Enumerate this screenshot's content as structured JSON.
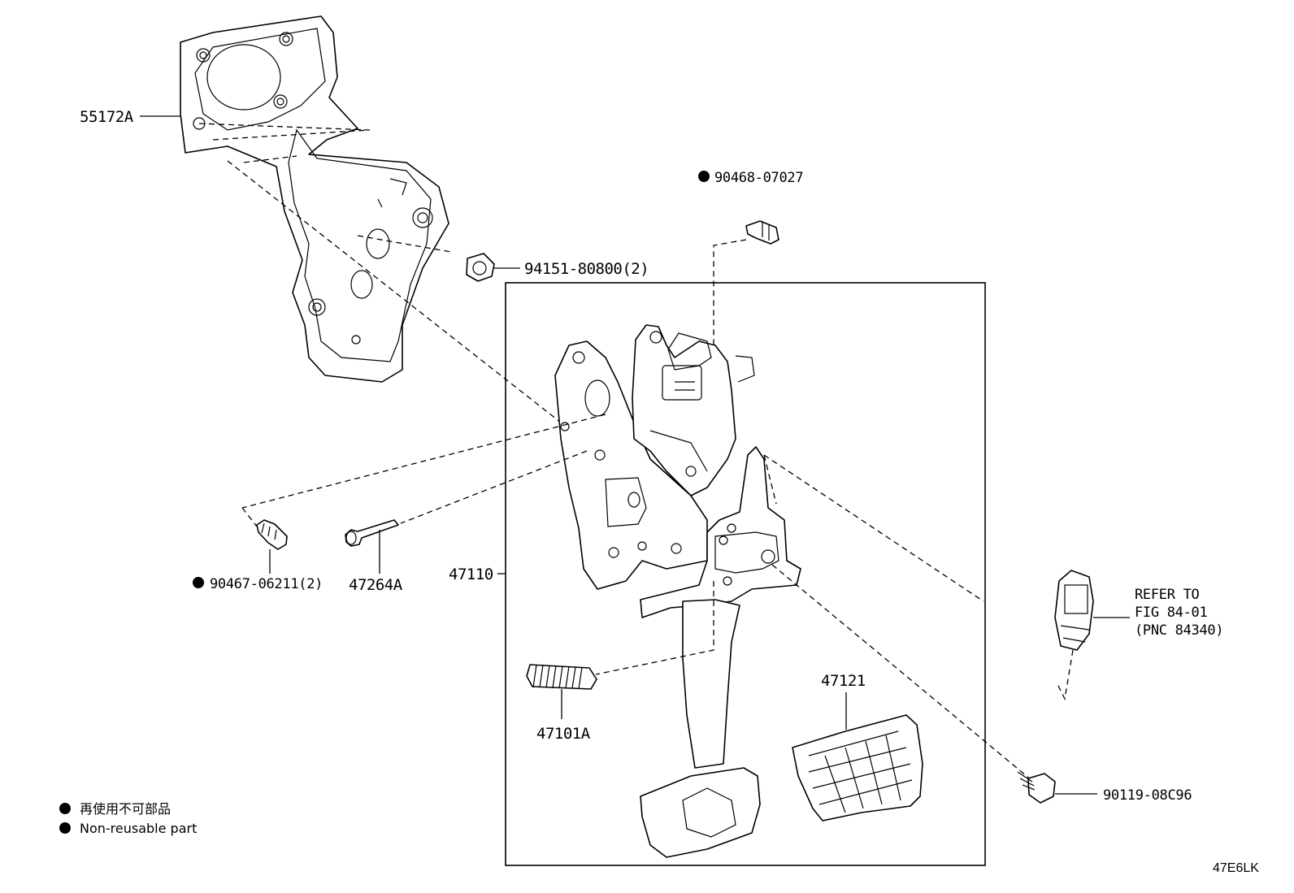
{
  "labels": {
    "bracket_pad": "55172A",
    "clip_top": "90468-07027",
    "nut": "94151-80800(2)",
    "clip_left": "90467-06211(2)",
    "pin": "47264A",
    "pedal_assy": "47110",
    "spring": "47101A",
    "pedal_pad": "47121",
    "bolt": "90119-08C96",
    "refer_line1": "REFER TO",
    "refer_line2": "FIG 84-01",
    "refer_line3": "(PNC 84340)"
  },
  "legend": {
    "line_ja": "再使用不可部品",
    "line_en": "Non-reusable part"
  },
  "figure_code": "47E6LK"
}
